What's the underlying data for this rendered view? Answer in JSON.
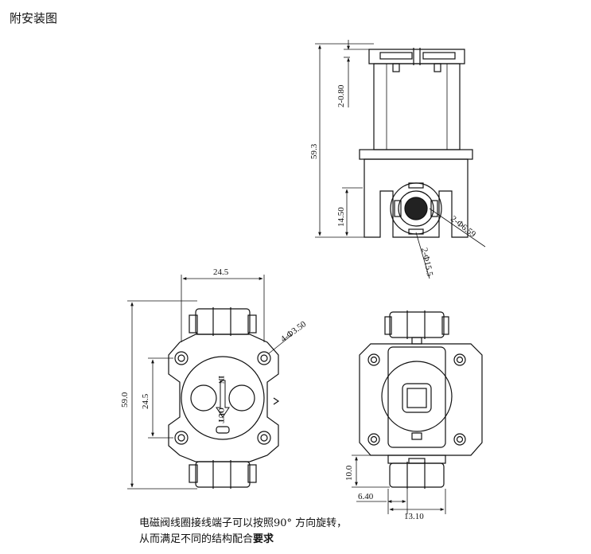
{
  "title": "附安装图",
  "dimensions": {
    "top_height": "59.3",
    "top_gap": "2-0.80",
    "top_port_height": "14.50",
    "top_port_dia": "2-Φ6.59",
    "top_port_outer": "2-Φ15.5",
    "front_width": "24.5",
    "front_height": "59.0",
    "front_hole_spacing": "24.5",
    "front_hole_dia": "4-Φ3.50",
    "back_port_height": "10.0",
    "back_port_offset": "6.40",
    "back_port_width": "13.10"
  },
  "markings": {
    "in_label": "IN",
    "out_label": "OUT"
  },
  "note": {
    "line1": "电磁阀线圈接线端子可以按照90° 方向旋转，",
    "line2_normal": "从而满足不同的结构配合",
    "line2_bold": "要求"
  }
}
